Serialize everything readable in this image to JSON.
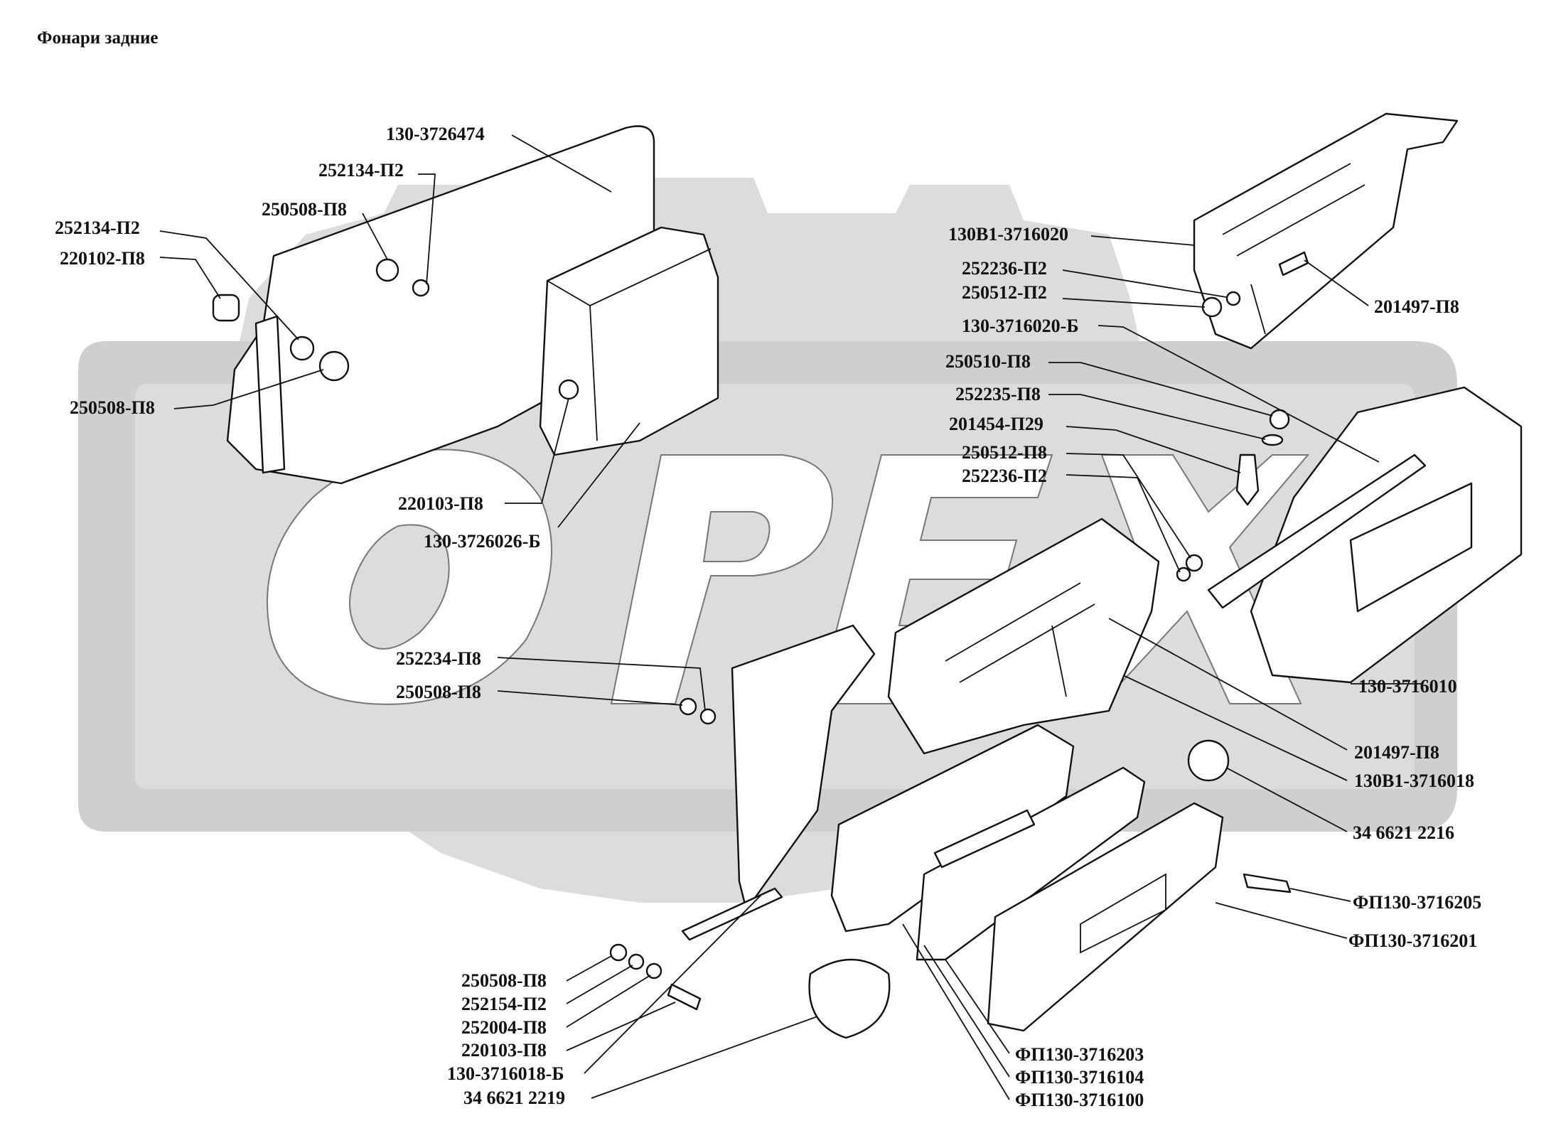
{
  "title": "Фонари задние",
  "watermark": "ОРЕХ",
  "labels": [
    {
      "id": "130-3726474-top",
      "text": "130-3726474"
    },
    {
      "id": "252134-p2-a",
      "text": "252134-П2"
    },
    {
      "id": "250508-p8-a",
      "text": "250508-П8"
    },
    {
      "id": "252134-p2-b",
      "text": "252134-П2"
    },
    {
      "id": "220102-p8",
      "text": "220102-П8"
    },
    {
      "id": "250508-p8-b",
      "text": "250508-П8"
    },
    {
      "id": "220103-p8-a",
      "text": "220103-П8"
    },
    {
      "id": "130-3726026-b",
      "text": "130-3726026-Б"
    },
    {
      "id": "130v1-3716020",
      "text": "130В1-3716020"
    },
    {
      "id": "252236-p2-a",
      "text": "252236-П2"
    },
    {
      "id": "250512-p2",
      "text": "250512-П2"
    },
    {
      "id": "201497-p8-a",
      "text": "201497-П8"
    },
    {
      "id": "130-3716020-b",
      "text": "130-3716020-Б"
    },
    {
      "id": "250510-p8",
      "text": "250510-П8"
    },
    {
      "id": "252235-p8",
      "text": "252235-П8"
    },
    {
      "id": "201454-p29",
      "text": "201454-П29"
    },
    {
      "id": "250512-p8",
      "text": "250512-П8"
    },
    {
      "id": "252236-p2-b",
      "text": "252236-П2"
    },
    {
      "id": "130-3716010",
      "text": "130-3716010"
    },
    {
      "id": "252234-p8",
      "text": "252234-П8"
    },
    {
      "id": "250508-p8-c",
      "text": "250508-П8"
    },
    {
      "id": "201497-p8-b",
      "text": "201497-П8"
    },
    {
      "id": "130v1-3716018",
      "text": "130В1-3716018"
    },
    {
      "id": "34-6621-2216",
      "text": "34 6621 2216"
    },
    {
      "id": "fp130-3716205",
      "text": "ФП130-3716205"
    },
    {
      "id": "fp130-3716201",
      "text": "ФП130-3716201"
    },
    {
      "id": "250508-p8-d",
      "text": "250508-П8"
    },
    {
      "id": "252154-p2",
      "text": "252154-П2"
    },
    {
      "id": "252004-p8",
      "text": "252004-П8"
    },
    {
      "id": "220103-p8-b",
      "text": "220103-П8"
    },
    {
      "id": "130-3716018-b",
      "text": "130-3716018-Б"
    },
    {
      "id": "34-6621-2219",
      "text": "34 6621 2219"
    },
    {
      "id": "fp130-3716203",
      "text": "ФП130-3716203"
    },
    {
      "id": "fp130-3716104",
      "text": "ФП130-3716104"
    },
    {
      "id": "fp130-3716100",
      "text": "ФП130-3716100"
    }
  ]
}
